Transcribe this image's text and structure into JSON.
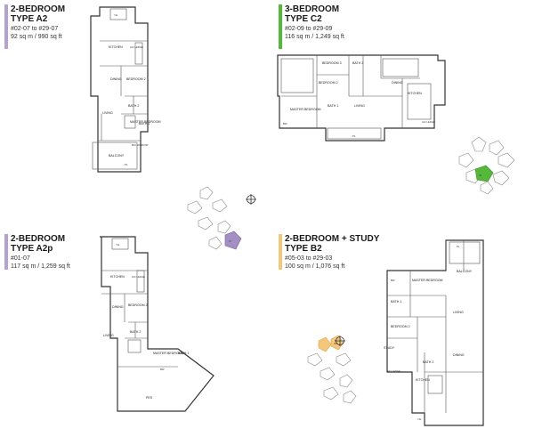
{
  "units": [
    {
      "title_line1": "2-BEDROOM",
      "title_line2": "TYPE A2",
      "range": "#02-07 to #29-07",
      "area": "92 sq m / 990 sq ft",
      "accent": "#b4a3d0",
      "rooms": [
        "KITCHEN",
        "DINING",
        "BEDROOM 2",
        "BATH 2",
        "LIVING",
        "MASTER BEDROOM",
        "BATH 1",
        "BALCONY"
      ],
      "minor": [
        "Y.E.",
        "A/C LEDGE",
        "BAY WINDOW",
        "PL"
      ]
    },
    {
      "title_line1": "3-BEDROOM",
      "title_line2": "TYPE C2",
      "range": "#02-09 to #29-09",
      "area": "116 sq m / 1,249 sq ft",
      "accent": "#55b83a",
      "rooms": [
        "BEDROOM 3",
        "BATH 2",
        "BEDROOM 2",
        "DINING",
        "KITCHEN",
        "LIVING",
        "MASTER BEDROOM",
        "BATH 1"
      ],
      "minor": [
        "BW",
        "PL",
        "A/C LEDGE"
      ]
    },
    {
      "title_line1": "2-BEDROOM",
      "title_line2": "TYPE A2p",
      "range": "#01-07",
      "area": "117 sq m / 1,259 sq ft",
      "accent": "#b4a3d0",
      "rooms": [
        "KITCHEN",
        "DINING",
        "BEDROOM 2",
        "BATH 2",
        "LIVING",
        "MASTER BEDROOM",
        "BATH 1",
        "PES"
      ],
      "minor": [
        "Y.E.",
        "A/C LEDGE",
        "BW"
      ]
    },
    {
      "title_line1": "2-BEDROOM + STUDY",
      "title_line2": "TYPE B2",
      "range": "#05-03 to #29-03",
      "area": "100 sq m / 1,076 sq ft",
      "accent": "#f5c77a",
      "rooms": [
        "BALCONY",
        "MASTER BEDROOM",
        "BATH 1",
        "LIVING",
        "BEDROOM 2",
        "STUDY",
        "BATH 2",
        "DINING",
        "KITCHEN"
      ],
      "minor": [
        "PL",
        "BW",
        "A/C LEDGE",
        "Y.E."
      ]
    }
  ],
  "keyplan_labels": [
    "01",
    "02",
    "03",
    "04",
    "05",
    "06",
    "07",
    "08",
    "09",
    "10"
  ]
}
